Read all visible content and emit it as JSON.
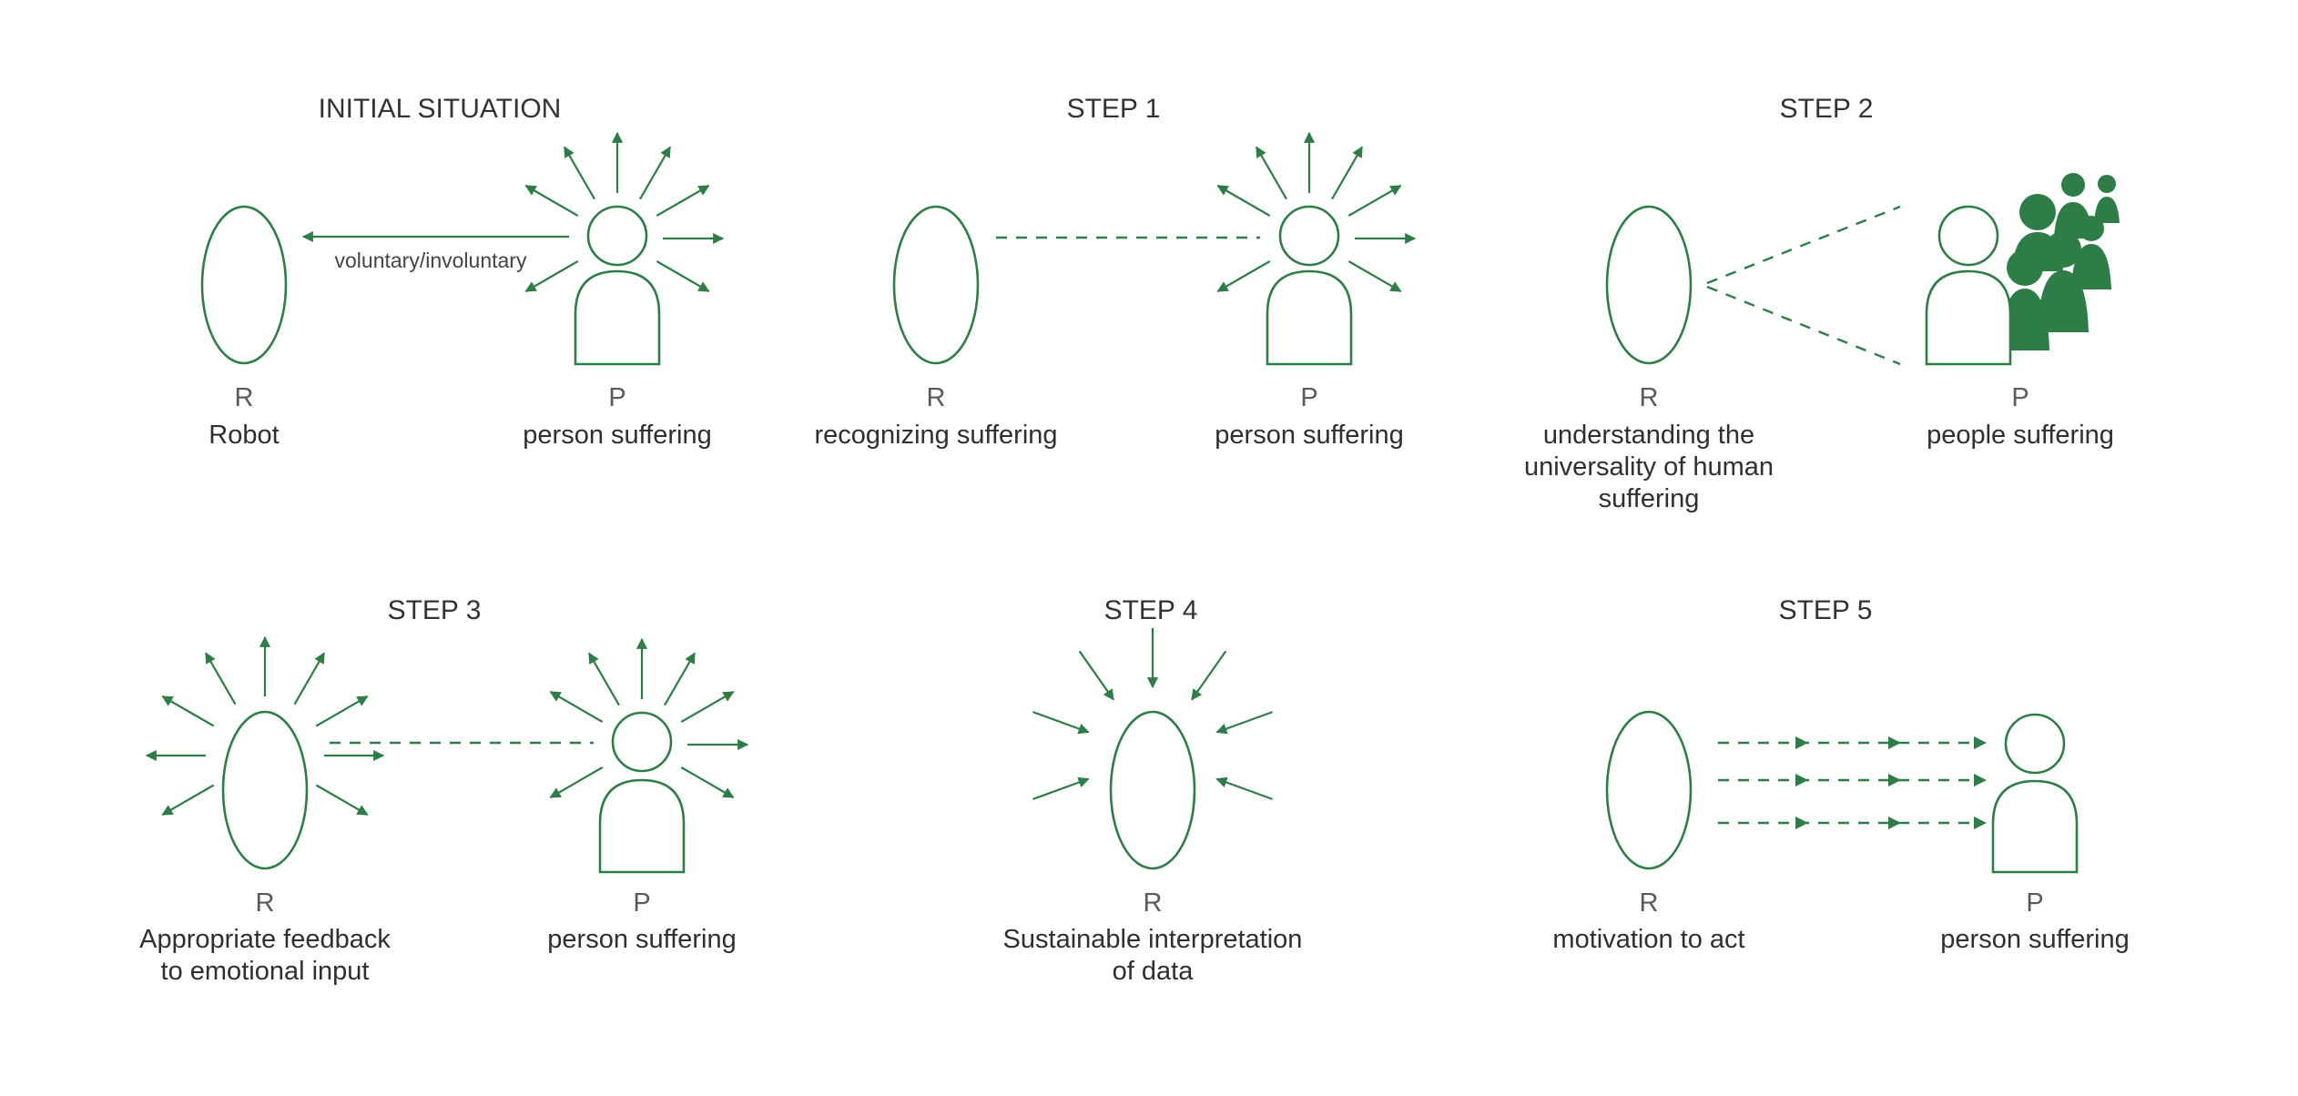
{
  "colors": {
    "accent": "#2e7d46",
    "text": "#2f2f2f",
    "background": "#ffffff"
  },
  "panels": {
    "initial": {
      "title": "INITIAL SITUATION",
      "r_letter": "R",
      "r_label": "Robot",
      "p_letter": "P",
      "p_label": "person suffering",
      "arrow_label": "voluntary/involuntary"
    },
    "step1": {
      "title": "STEP 1",
      "r_letter": "R",
      "r_label": "recognizing suffering",
      "p_letter": "P",
      "p_label": "person suffering"
    },
    "step2": {
      "title": "STEP 2",
      "r_letter": "R",
      "r_label_lines": [
        "understanding the",
        "universality of human",
        "suffering"
      ],
      "p_letter": "P",
      "p_label": "people suffering"
    },
    "step3": {
      "title": "STEP 3",
      "r_letter": "R",
      "r_label_lines": [
        "Appropriate feedback",
        "to emotional input"
      ],
      "p_letter": "P",
      "p_label": "person suffering"
    },
    "step4": {
      "title": "STEP 4",
      "r_letter": "R",
      "r_label_lines": [
        "Sustainable interpretation",
        "of data"
      ]
    },
    "step5": {
      "title": "STEP 5",
      "r_letter": "R",
      "r_label": "motivation to act",
      "p_letter": "P",
      "p_label": "person suffering"
    }
  }
}
